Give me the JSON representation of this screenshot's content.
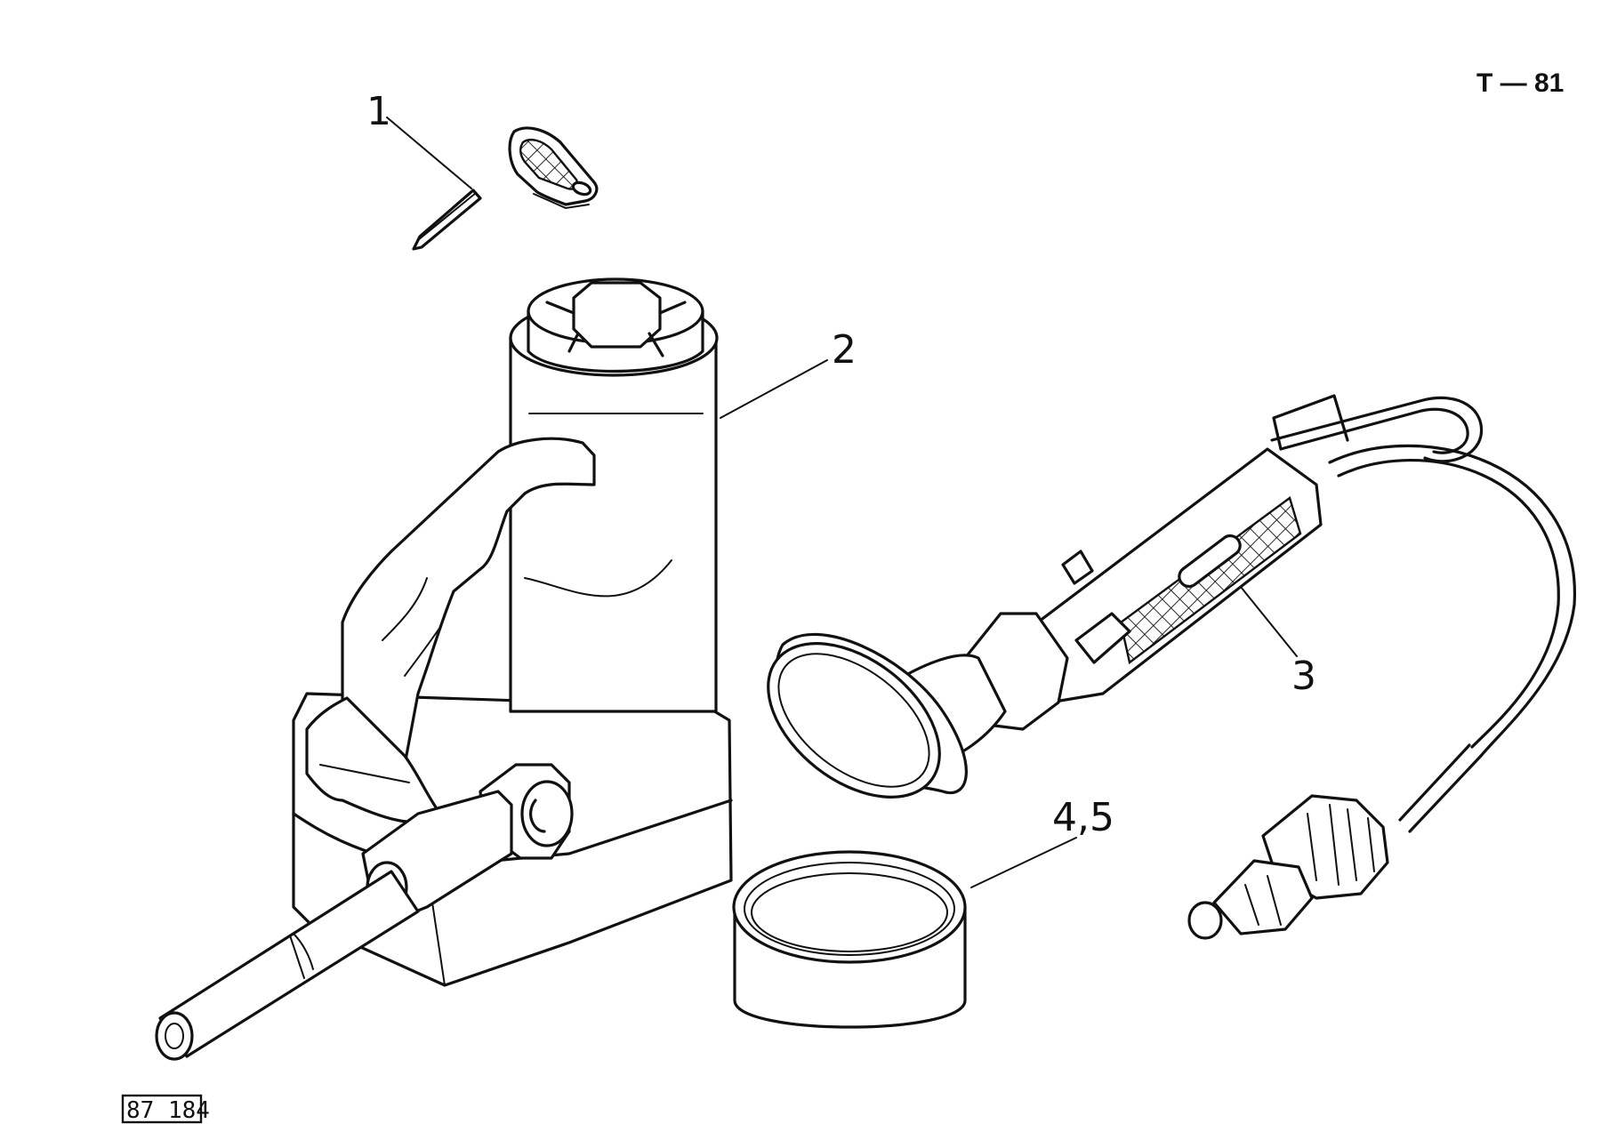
{
  "page_code": "T — 81",
  "figure_number": "87 184",
  "callouts": [
    {
      "id": "1",
      "text": "1",
      "part": "key"
    },
    {
      "id": "2",
      "text": "2",
      "part": "bottle-jack"
    },
    {
      "id": "3",
      "text": "3",
      "part": "inspection-lamp"
    },
    {
      "id": "45",
      "text": "4,5",
      "part": "container"
    }
  ],
  "colors": {
    "ink": "#111111",
    "paper": "#ffffff"
  }
}
